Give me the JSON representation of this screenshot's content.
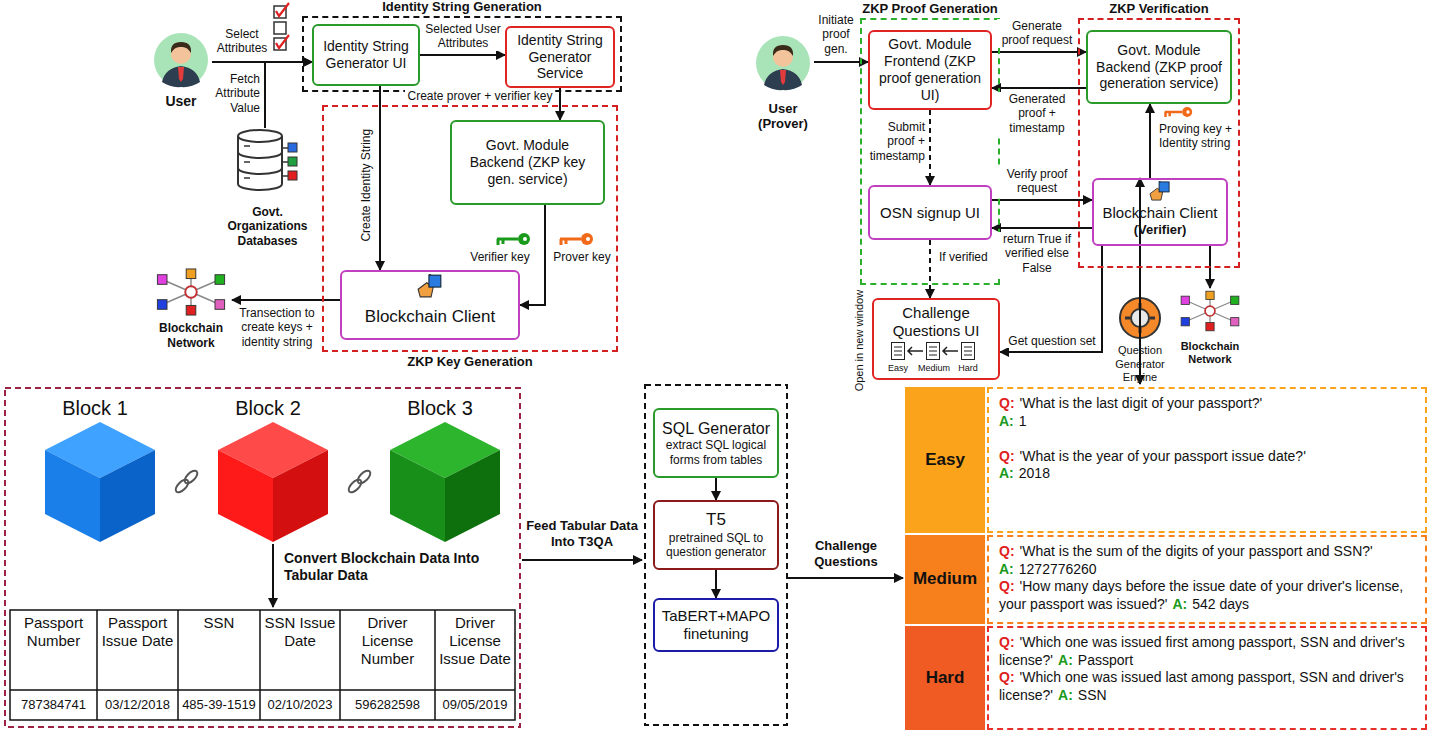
{
  "diagram": {
    "nodes": [
      {
        "text": [
          "User"
        ]
      },
      {
        "text": [
          "Identity String Generation"
        ]
      },
      {
        "text": [
          "Identity String Generator UI"
        ],
        "in": 1
      },
      {
        "text": [
          "Identity String Generator Service"
        ],
        "in": 1
      },
      {
        "text": [
          "Govt. Organizations Databases"
        ]
      },
      {
        "text": [
          "ZKP Key Generation"
        ]
      },
      {
        "text": [
          "Govt. Module Backend (ZKP key gen. service)"
        ],
        "in": 5
      },
      {
        "text": [
          "Blockchain Client"
        ],
        "in": 5
      },
      {
        "text": [
          "Blockchain Network"
        ]
      },
      {
        "text": [
          "User",
          "(Prover)"
        ]
      },
      {
        "text": [
          "ZKP Proof Generation"
        ]
      },
      {
        "text": [
          "Govt. Module Frontend (ZKP proof generation UI)"
        ],
        "in": 10
      },
      {
        "text": [
          "OSN signup UI"
        ],
        "in": 10
      },
      {
        "text": [
          "ZKP Verification"
        ]
      },
      {
        "text": [
          "Govt. Module Backend (ZKP proof generation service)"
        ],
        "in": 13
      },
      {
        "text": [
          "Blockchain Client",
          "(Verifier)"
        ],
        "in": 13
      },
      {
        "text": [
          "Challenge Questions UI"
        ]
      },
      {
        "text": [
          "Question Generator Engine"
        ]
      },
      {
        "text": [
          "Blockchain Network"
        ]
      },
      {
        "text": [
          "Block 1"
        ]
      },
      {
        "text": [
          "Block 2"
        ]
      },
      {
        "text": [
          "Block 3"
        ]
      },
      {
        "text": [
          "SQL Generator",
          "extract SQL logical forms from tables"
        ]
      },
      {
        "text": [
          "T5",
          "pretrained SQL to question generator"
        ]
      },
      {
        "text": [
          "TaBERT+MAPO finetuning"
        ]
      },
      {
        "text": [
          "Easy"
        ]
      },
      {
        "text": [
          "Medium"
        ]
      },
      {
        "text": [
          "Hard"
        ]
      },
      {
        "text": [
          "Q:",
          "'What is the last digit of your passport?'",
          "A:",
          "1",
          "Q:",
          "'What is the year of your passport issue date?'",
          "A:",
          "2018"
        ]
      },
      {
        "text": [
          "Q:",
          "'What is the sum of the digits of your passport and SSN?'",
          "A:",
          "1272776260",
          "Q:",
          "'How many days before the issue date of your driver's license, your passport was issued?'",
          "A:",
          "542 days"
        ]
      },
      {
        "text": [
          "Q:",
          "'Which one was issued first among passport, SSN and driver's license?'",
          "A:",
          "Passport",
          "Q:",
          "'Which one was issued last among passport, SSN and driver's license?'",
          "A:",
          "SSN"
        ]
      }
    ],
    "edges": [
      {
        "from": 0,
        "to": 2,
        "label": "Select Attributes",
        "arrow": "to"
      },
      {
        "from": 4,
        "to": 2,
        "label": "Fetch Attribute Value",
        "arrow": "to"
      },
      {
        "from": 2,
        "to": 3,
        "label": "Selected User Attributes",
        "arrow": "to"
      },
      {
        "from": 2,
        "to": 7,
        "label": "Create Identity String",
        "arrow": "to"
      },
      {
        "from": 3,
        "to": 6,
        "label": "Create prover + verifier key",
        "arrow": "to"
      },
      {
        "from": 6,
        "to": 7,
        "arrow": "to"
      },
      {
        "from": 7,
        "to": 8,
        "label": "Transection to create keys + identity string",
        "arrow": "to"
      },
      {
        "from": 9,
        "to": 11,
        "label": "Initiate proof gen.",
        "arrow": "to"
      },
      {
        "from": 11,
        "to": 14,
        "label": "Generate proof request",
        "arrow": "to"
      },
      {
        "from": 14,
        "to": 11,
        "label": "Generated proof + timestamp",
        "arrow": "to"
      },
      {
        "from": 11,
        "to": 12,
        "label": "Submit proof + timestamp",
        "arrow": "to"
      },
      {
        "from": 12,
        "to": 15,
        "label": "Verify proof request",
        "arrow": "to"
      },
      {
        "from": 15,
        "to": 12,
        "label": "return True if verified else False",
        "arrow": "to"
      },
      {
        "from": 15,
        "to": 14,
        "label": "Proving key + Identity string",
        "arrow": "to"
      },
      {
        "from": 12,
        "to": 16,
        "label": "If verified",
        "arrow": "to"
      },
      {
        "from": 15,
        "to": 16,
        "label": "Get question set",
        "arrow": "to"
      },
      {
        "from": 17,
        "to": 15,
        "arrow": "both"
      },
      {
        "from": 15,
        "to": 18,
        "arrow": "to"
      },
      {
        "from": 22,
        "to": 23,
        "arrow": "to"
      },
      {
        "from": 23,
        "to": 24,
        "arrow": "to"
      }
    ],
    "labels": [
      "Verifier key",
      "Prover key",
      "Open in new window",
      "Easy",
      "Medium",
      "Hard",
      "Convert Blockchain Data Into Tabular Data",
      "Passport Number",
      "Passport Issue Date",
      "SSN",
      "SSN Issue Date",
      "Driver License Number",
      "Driver License Issue Date",
      "787384741",
      "03/12/2018",
      "485-39-1519",
      "02/10/2023",
      "596282598",
      "09/05/2019",
      "Feed Tabular Data Into T3QA",
      "Challenge Questions"
    ]
  }
}
